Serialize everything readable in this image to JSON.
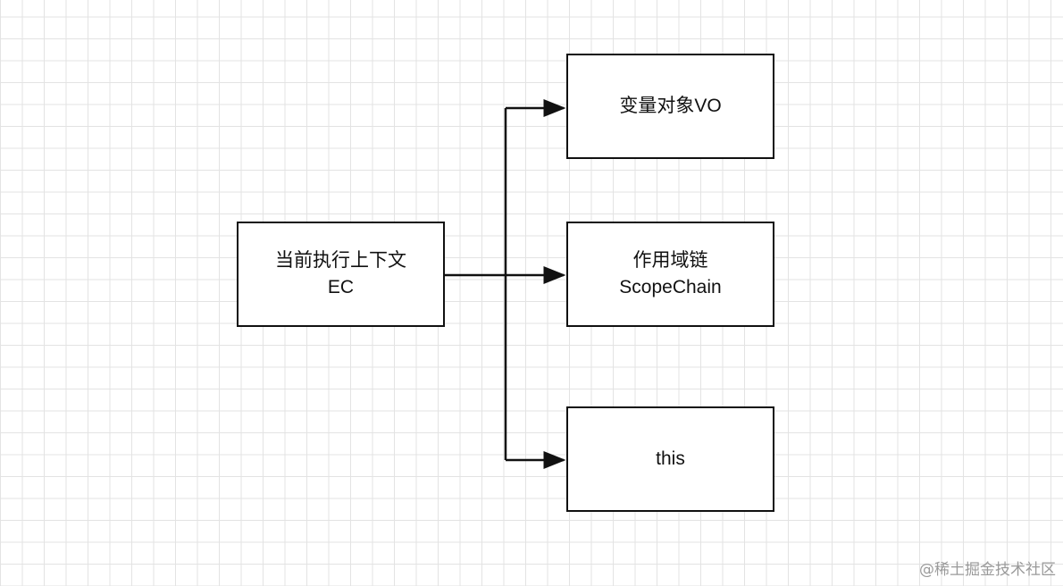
{
  "diagram": {
    "nodes": [
      {
        "id": "ec",
        "lines": [
          "当前执行上下文",
          "EC"
        ]
      },
      {
        "id": "vo",
        "lines": [
          "变量对象VO"
        ]
      },
      {
        "id": "scope",
        "lines": [
          "作用域链",
          "ScopeChain"
        ]
      },
      {
        "id": "this",
        "lines": [
          "this"
        ]
      }
    ],
    "edges": [
      {
        "from": "ec",
        "to": "vo"
      },
      {
        "from": "ec",
        "to": "scope"
      },
      {
        "from": "ec",
        "to": "this"
      }
    ],
    "line_color": "#111111",
    "grid_color": "#e3e3e3"
  },
  "watermark": "@稀土掘金技术社区"
}
